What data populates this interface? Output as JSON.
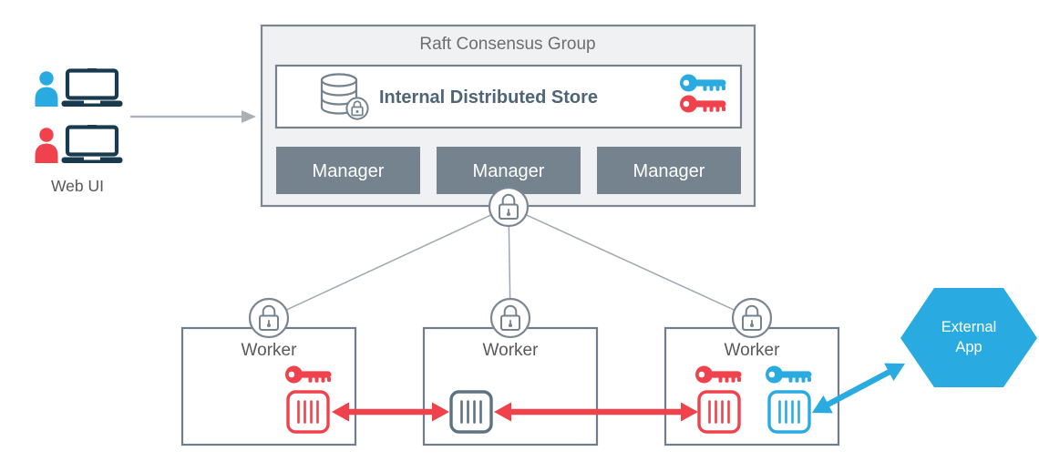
{
  "web_ui": {
    "label": "Web UI",
    "users": [
      {
        "icon": "user-icon",
        "color": "#29ABE2",
        "device_icon": "laptop-icon"
      },
      {
        "icon": "user-icon",
        "color": "#EF424D",
        "device_icon": "laptop-icon"
      }
    ]
  },
  "raft_group": {
    "title": "Raft Consensus Group",
    "store": {
      "label": "Internal Distributed Store",
      "database_icon": "database-lock-icon",
      "keys": [
        {
          "icon": "key-icon",
          "color": "#29ABE2"
        },
        {
          "icon": "key-icon",
          "color": "#EF424D"
        }
      ]
    },
    "managers": [
      "Manager",
      "Manager",
      "Manager"
    ],
    "lock_icon": "padlock-icon"
  },
  "workers": [
    {
      "label": "Worker",
      "lock_icon": "padlock-icon",
      "keys": [
        {
          "icon": "key-icon",
          "color": "#EF424D"
        }
      ],
      "containers": [
        {
          "icon": "container-icon",
          "color": "#EF424D"
        }
      ]
    },
    {
      "label": "Worker",
      "lock_icon": "padlock-icon",
      "keys": [],
      "containers": [
        {
          "icon": "container-icon",
          "color": "#5F7280"
        }
      ]
    },
    {
      "label": "Worker",
      "lock_icon": "padlock-icon",
      "keys": [
        {
          "icon": "key-icon",
          "color": "#EF424D"
        },
        {
          "icon": "key-icon",
          "color": "#29ABE2"
        }
      ],
      "containers": [
        {
          "icon": "container-icon",
          "color": "#EF424D"
        },
        {
          "icon": "container-icon",
          "color": "#29ABE2"
        }
      ]
    }
  ],
  "external_app": {
    "label_line1": "External",
    "label_line2": "App",
    "shape": "hexagon",
    "color": "#29ABE2"
  },
  "connections": {
    "webui_to_raft": {
      "style": "gray-arrow",
      "color": "#A9B1B7"
    },
    "manager_to_workers": {
      "style": "thin-line",
      "color": "#9EA7AF",
      "count": 3
    },
    "worker1_worker2": {
      "style": "double-arrow",
      "color": "#EF424D"
    },
    "worker2_worker3": {
      "style": "double-arrow",
      "color": "#EF424D"
    },
    "worker3_external": {
      "style": "double-arrow",
      "color": "#29ABE2"
    }
  },
  "colors": {
    "cyan": "#29ABE2",
    "red": "#EF424D",
    "manager_fill": "#75838E",
    "box_border": "#75838E",
    "raft_fill": "#EFF1F2",
    "laptop_dark": "#173A4F",
    "text_gray": "#58595B",
    "title_gray": "#6D6E70",
    "store_text": "#4F6577"
  }
}
